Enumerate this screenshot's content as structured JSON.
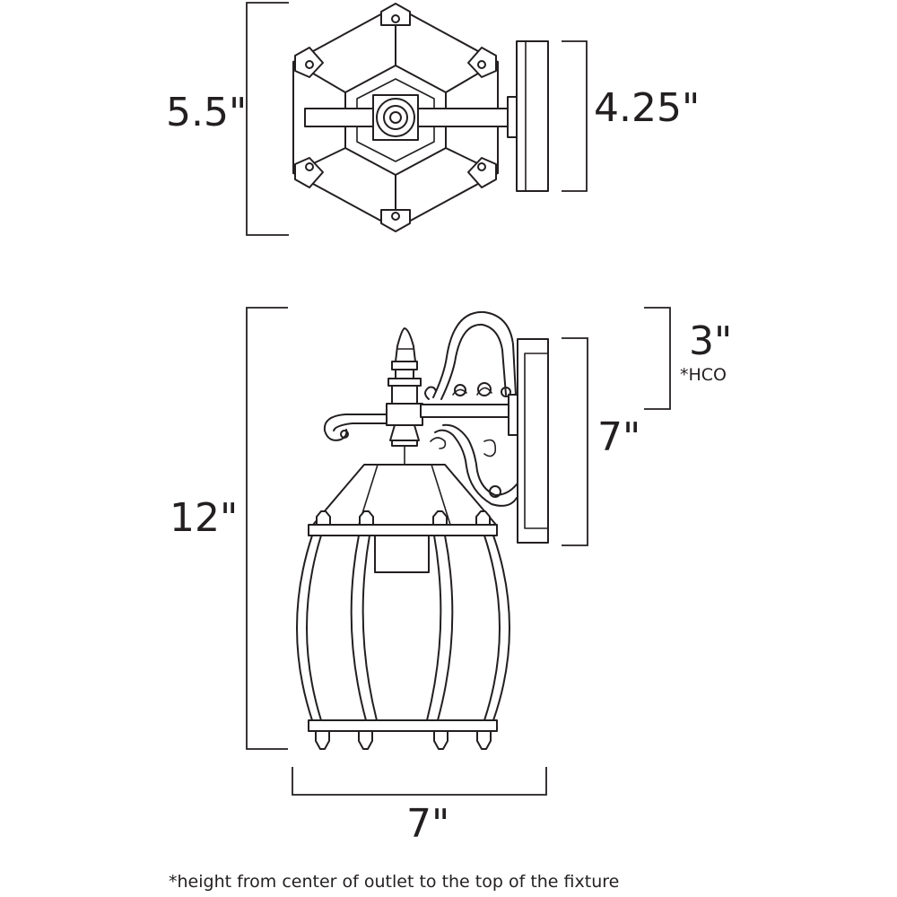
{
  "dimensions": {
    "top_view_height": "5.5\"",
    "backplate_width": "4.25\"",
    "overall_height": "12\"",
    "hco_value": "3\"",
    "hco_label": "*HCO",
    "backplate_height": "7\"",
    "overall_width": "7\""
  },
  "footnote": "*height from center of outlet to the top of the fixture"
}
